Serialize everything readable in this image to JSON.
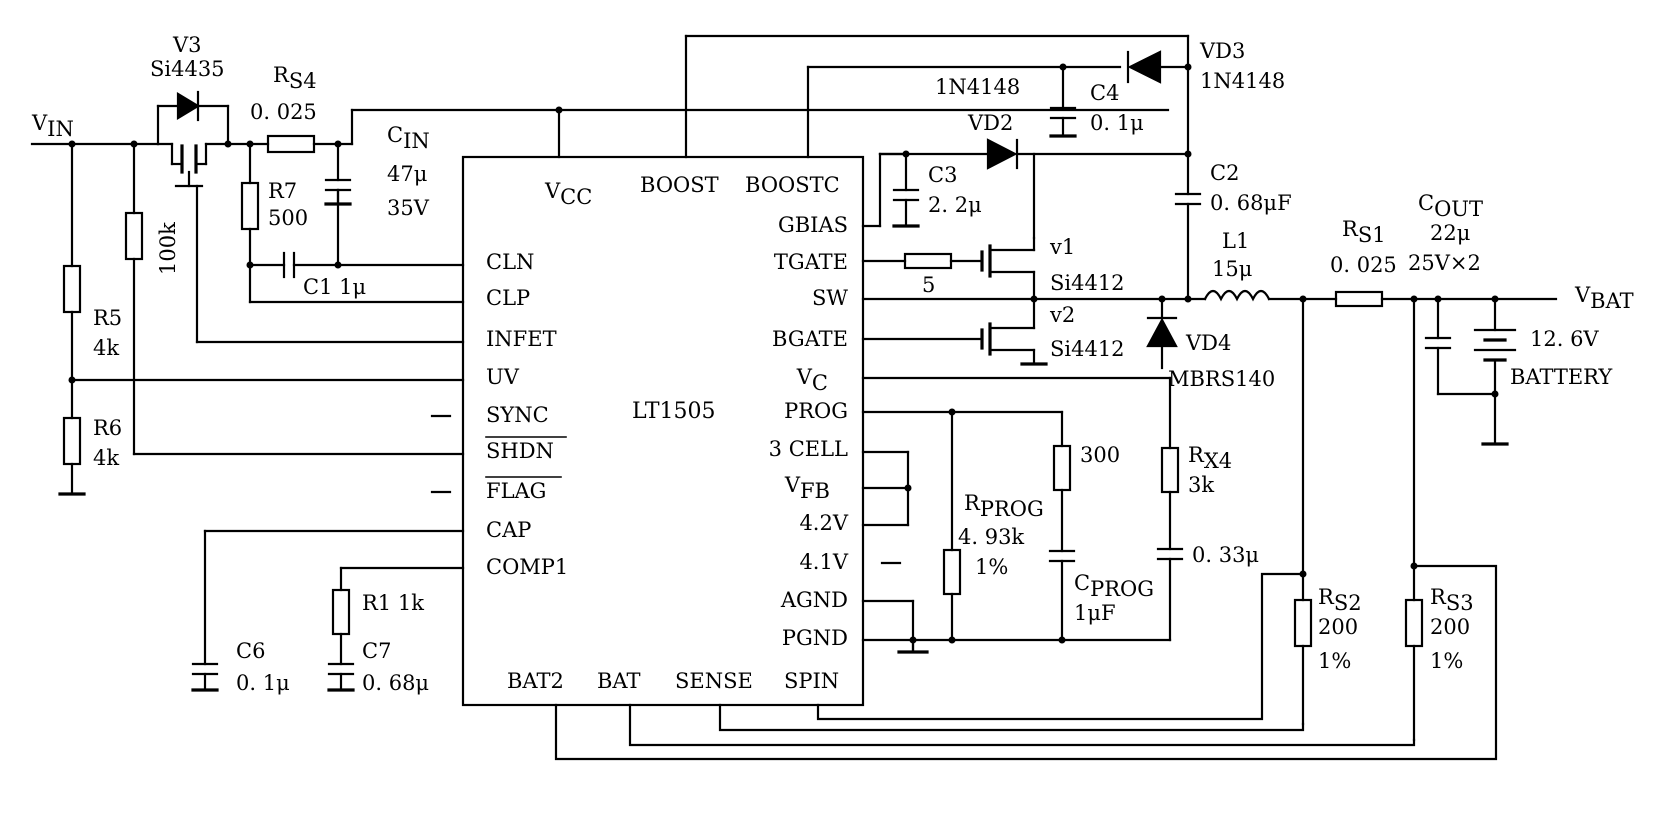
{
  "chip": {
    "name": "LT1505",
    "pins_left": [
      "CLN",
      "CLP",
      "INFET",
      "UV",
      "SYNC",
      "SHDN",
      "FLAG",
      "CAP",
      "COMP1"
    ],
    "pins_right": [
      "BOOSTC",
      "GBIAS",
      "TGATE",
      "SW",
      "BGATE",
      "PROG",
      "3 CELL",
      "4.2V",
      "4.1V",
      "AGND",
      "PGND"
    ],
    "pins_top": [
      "BOOST"
    ],
    "pins_bottom": [
      "BAT2",
      "BAT",
      "SENSE",
      "SPIN"
    ],
    "pin_vcc": {
      "base": "V",
      "sub": "CC"
    },
    "pin_vc": {
      "base": "V",
      "sub": "C"
    },
    "pin_vfb": {
      "base": "V",
      "sub": "FB"
    }
  },
  "labels": {
    "vin": {
      "base": "V",
      "sub": "IN"
    },
    "vbat": {
      "base": "V",
      "sub": "BAT"
    },
    "v3": "V3",
    "v3_part": "Si4435",
    "rs4": {
      "base": "R",
      "sub": "S4"
    },
    "rs4_value": "0. 025",
    "cin": {
      "base": "C",
      "sub": "IN"
    },
    "cin_value": "47μ",
    "cin_voltage": "35V",
    "r7": "R7",
    "r7_value": "500",
    "r_100k": "100k",
    "c1": "C1 1μ",
    "r5": "R5",
    "r5_value": "4k",
    "r6": "R6",
    "r6_value": "4k",
    "c6": "C6",
    "c6_value": "0. 1μ",
    "r1": "R1 1k",
    "c7": "C7",
    "c7_value": "0. 68μ",
    "vd3": "VD3",
    "vd3_part": "1N4148",
    "vd2_part": "1N4148",
    "vd2": "VD2",
    "c4": "C4",
    "c4_value": "0. 1μ",
    "c3": "C3",
    "c3_value": "2. 2μ",
    "c2": "C2",
    "c2_value": "0. 68μF",
    "r_gate": "5",
    "q1": "v1",
    "q1_part": "Si4412",
    "q2": "v2",
    "q2_part": "Si4412",
    "vd4": "VD4",
    "vd4_part": "MBRS140",
    "l1": "L1",
    "l1_value": "15μ",
    "rs1": {
      "base": "R",
      "sub": "S1"
    },
    "rs1_value": "0. 025",
    "cout": {
      "base": "C",
      "sub": "OUT"
    },
    "cout_value": "22μ",
    "cout_rating": "25V×2",
    "battery_voltage": "12. 6V",
    "battery": "BATTERY",
    "rprog": {
      "base": "R",
      "sub": "PROG"
    },
    "rprog_value": "4. 93k",
    "rprog_tol": "1%",
    "r_300": "300",
    "cprog": {
      "base": "C",
      "sub": "PROG"
    },
    "cprog_value": "1μF",
    "rx4": {
      "base": "R",
      "sub": "X4"
    },
    "rx4_value": "3k",
    "c_033": "0. 33μ",
    "rs2": {
      "base": "R",
      "sub": "S2"
    },
    "rs2_value": "200",
    "rs2_tol": "1%",
    "rs3": {
      "base": "R",
      "sub": "S3"
    },
    "rs3_value": "200",
    "rs3_tol": "1%"
  }
}
